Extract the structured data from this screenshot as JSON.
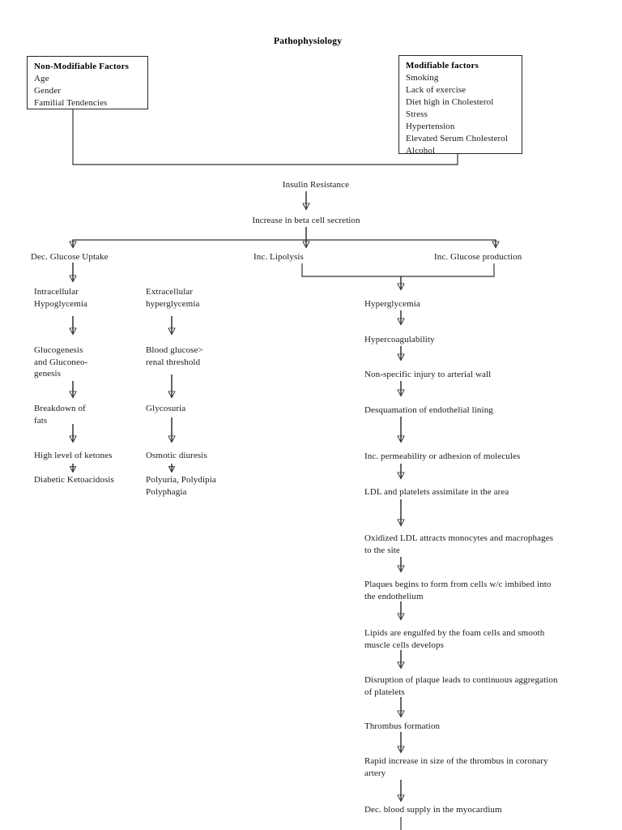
{
  "page": {
    "title": "Pathophysiology"
  },
  "boxes": {
    "non_modifiable": {
      "heading": "Non-Modifiable Factors",
      "items": [
        "Age",
        "Gender",
        "Familial Tendencies"
      ]
    },
    "modifiable": {
      "heading": "Modifiable factors",
      "items": [
        "Smoking",
        "Lack of exercise",
        "Diet high in Cholesterol",
        "Stress",
        "Hypertension",
        "Elevated Serum Cholesterol",
        "Alcohol"
      ]
    }
  },
  "trunk": {
    "insulin_resistance": "Insulin Resistance",
    "beta_cell": "Increase in beta cell secretion"
  },
  "branches": {
    "left": "Dec. Glucose Uptake",
    "middle": "Inc. Lipolysis",
    "right": "Inc. Glucose production"
  },
  "column_a": [
    "Intracellular\nHypoglycemia",
    "Glucogenesis\nand Gluconeo-\ngenesis",
    "Breakdown of\nfats",
    "High level of ketones",
    "Diabetic Ketoacidosis"
  ],
  "column_b": [
    "Extracellular\nhyperglycemia",
    "Blood glucose>\nrenal threshold",
    "Glycosuria",
    "Osmotic diuresis",
    "Polyuria, Polydipia\nPolyphagia"
  ],
  "column_c": [
    "Hyperglycemia",
    "Hypercoagulability",
    "Non-specific injury to arterial wall",
    "Desquamation of endothelial lining",
    "Inc. permeability or adhesion of molecules",
    "LDL and platelets assimilate in the area",
    "Oxidized LDL attracts monocytes and macrophages\nto the site",
    "Plaques begins to form from cells w/c imbibed into\nthe endothelium",
    "Lipids are engulfed by the foam cells and smooth\nmuscle cells develops",
    "Disruption of plaque leads to continuous aggregation\nof platelets",
    "Thrombus formation",
    "Rapid increase in size of the thrombus in coronary\nartery",
    "Dec. blood supply in the myocardium"
  ],
  "chart_data": {
    "type": "diagram",
    "diagram_kind": "flowchart",
    "title": "Pathophysiology",
    "nodes": [
      {
        "id": "non_modifiable",
        "label": "Non-Modifiable Factors: Age, Gender, Familial Tendencies",
        "shape": "box"
      },
      {
        "id": "modifiable",
        "label": "Modifiable factors: Smoking, Lack of exercise, Diet high in Cholesterol, Stress, Hypertension, Elevated Serum Cholesterol, Alcohol",
        "shape": "box"
      },
      {
        "id": "insulin_resistance",
        "label": "Insulin Resistance",
        "shape": "text"
      },
      {
        "id": "beta_cell",
        "label": "Increase in beta cell secretion",
        "shape": "text"
      },
      {
        "id": "dec_glucose_uptake",
        "label": "Dec. Glucose Uptake",
        "shape": "text"
      },
      {
        "id": "inc_lipolysis",
        "label": "Inc. Lipolysis",
        "shape": "text"
      },
      {
        "id": "inc_glucose_production",
        "label": "Inc. Glucose production",
        "shape": "text"
      },
      {
        "id": "intracellular_hypoglycemia",
        "label": "Intracellular Hypoglycemia",
        "shape": "text"
      },
      {
        "id": "glucogenesis",
        "label": "Glucogenesis and Gluconeogenesis",
        "shape": "text"
      },
      {
        "id": "breakdown_fats",
        "label": "Breakdown of fats",
        "shape": "text"
      },
      {
        "id": "high_ketones",
        "label": "High level of ketones",
        "shape": "text"
      },
      {
        "id": "dka",
        "label": "Diabetic Ketoacidosis",
        "shape": "text"
      },
      {
        "id": "extracellular_hyperglycemia",
        "label": "Extracellular hyperglycemia",
        "shape": "text"
      },
      {
        "id": "renal_threshold",
        "label": "Blood glucose> renal threshold",
        "shape": "text"
      },
      {
        "id": "glycosuria",
        "label": "Glycosuria",
        "shape": "text"
      },
      {
        "id": "osmotic_diuresis",
        "label": "Osmotic diuresis",
        "shape": "text"
      },
      {
        "id": "polys",
        "label": "Polyuria, Polydipia Polyphagia",
        "shape": "text"
      },
      {
        "id": "hyperglycemia",
        "label": "Hyperglycemia",
        "shape": "text"
      },
      {
        "id": "hypercoagulability",
        "label": "Hypercoagulability",
        "shape": "text"
      },
      {
        "id": "arterial_injury",
        "label": "Non-specific injury to arterial wall",
        "shape": "text"
      },
      {
        "id": "desquamation",
        "label": "Desquamation of endothelial lining",
        "shape": "text"
      },
      {
        "id": "permeability",
        "label": "Inc. permeability or adhesion of molecules",
        "shape": "text"
      },
      {
        "id": "ldl_platelets",
        "label": "LDL and platelets assimilate in the area",
        "shape": "text"
      },
      {
        "id": "oxidized_ldl",
        "label": "Oxidized LDL attracts monocytes and macrophages to the site",
        "shape": "text"
      },
      {
        "id": "plaques",
        "label": "Plaques begins to form from cells w/c imbibed into the endothelium",
        "shape": "text"
      },
      {
        "id": "lipids_engulfed",
        "label": "Lipids are engulfed by the foam cells and smooth muscle cells develops",
        "shape": "text"
      },
      {
        "id": "disruption",
        "label": "Disruption of plaque leads to continuous aggregation of platelets",
        "shape": "text"
      },
      {
        "id": "thrombus",
        "label": "Thrombus formation",
        "shape": "text"
      },
      {
        "id": "rapid_increase",
        "label": "Rapid increase in size of the thrombus in coronary artery",
        "shape": "text"
      },
      {
        "id": "dec_blood_supply",
        "label": "Dec. blood supply in the myocardium",
        "shape": "text"
      }
    ],
    "edges": [
      {
        "from": "non_modifiable",
        "to": "insulin_resistance"
      },
      {
        "from": "modifiable",
        "to": "insulin_resistance"
      },
      {
        "from": "insulin_resistance",
        "to": "beta_cell"
      },
      {
        "from": "beta_cell",
        "to": "dec_glucose_uptake"
      },
      {
        "from": "beta_cell",
        "to": "inc_lipolysis"
      },
      {
        "from": "beta_cell",
        "to": "inc_glucose_production"
      },
      {
        "from": "dec_glucose_uptake",
        "to": "intracellular_hypoglycemia"
      },
      {
        "from": "intracellular_hypoglycemia",
        "to": "glucogenesis"
      },
      {
        "from": "glucogenesis",
        "to": "breakdown_fats"
      },
      {
        "from": "breakdown_fats",
        "to": "high_ketones"
      },
      {
        "from": "high_ketones",
        "to": "dka"
      },
      {
        "from": "extracellular_hyperglycemia",
        "to": "renal_threshold"
      },
      {
        "from": "renal_threshold",
        "to": "glycosuria"
      },
      {
        "from": "glycosuria",
        "to": "osmotic_diuresis"
      },
      {
        "from": "osmotic_diuresis",
        "to": "polys"
      },
      {
        "from": "inc_lipolysis",
        "to": "hyperglycemia"
      },
      {
        "from": "inc_glucose_production",
        "to": "hyperglycemia"
      },
      {
        "from": "hyperglycemia",
        "to": "hypercoagulability"
      },
      {
        "from": "hypercoagulability",
        "to": "arterial_injury"
      },
      {
        "from": "arterial_injury",
        "to": "desquamation"
      },
      {
        "from": "desquamation",
        "to": "permeability"
      },
      {
        "from": "permeability",
        "to": "ldl_platelets"
      },
      {
        "from": "ldl_platelets",
        "to": "oxidized_ldl"
      },
      {
        "from": "oxidized_ldl",
        "to": "plaques"
      },
      {
        "from": "plaques",
        "to": "lipids_engulfed"
      },
      {
        "from": "lipids_engulfed",
        "to": "disruption"
      },
      {
        "from": "disruption",
        "to": "thrombus"
      },
      {
        "from": "thrombus",
        "to": "rapid_increase"
      },
      {
        "from": "rapid_increase",
        "to": "dec_blood_supply"
      }
    ]
  }
}
